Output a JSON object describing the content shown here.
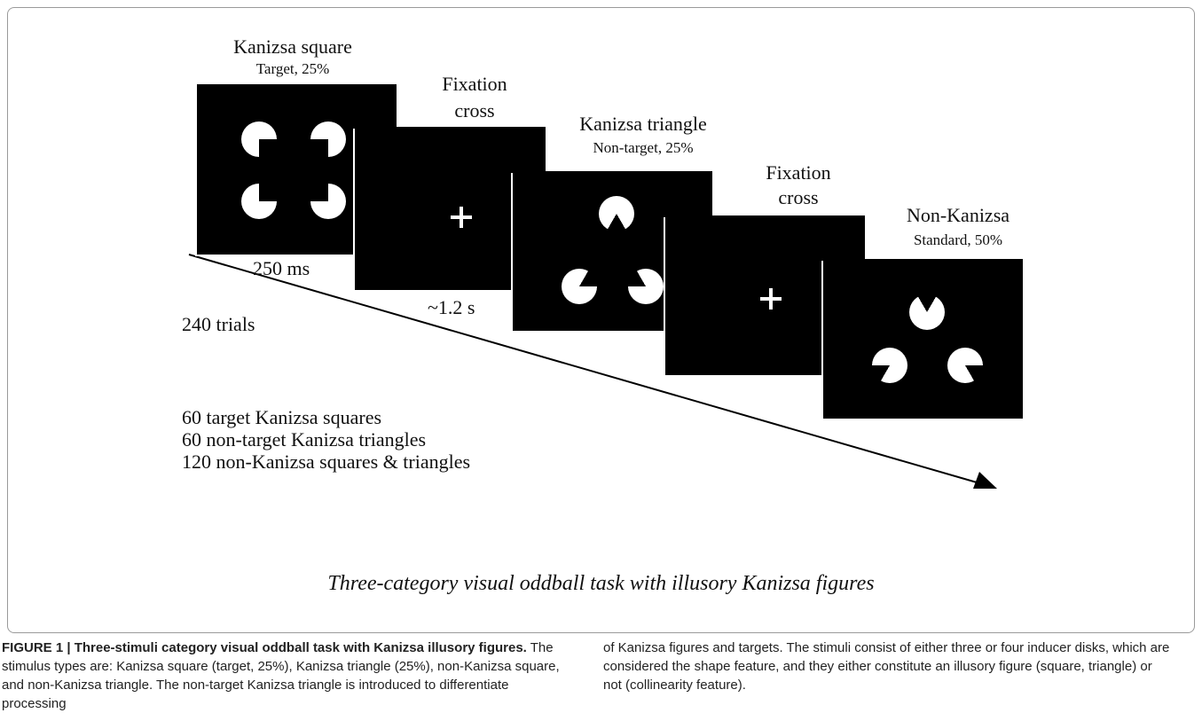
{
  "figure": {
    "square_label": "Kanizsa square",
    "square_sub": "Target, 25%",
    "fixation_label_1": "Fixation",
    "fixation_label_1b": "cross",
    "triangle_label": "Kanizsa triangle",
    "triangle_sub": "Non-target, 25%",
    "fixation_label_2": "Fixation",
    "fixation_label_2b": "cross",
    "nonkanizsa_label": "Non-Kanizsa",
    "nonkanizsa_sub": "Standard, 50%",
    "duration_stim": "250 ms",
    "duration_fix": "~1.2 s",
    "total_trials": "240 trials",
    "count_lines": [
      "60 target Kanizsa squares",
      "60 non-target Kanizsa triangles",
      "120 non-Kanizsa squares & triangles"
    ],
    "title": "Three-category visual oddball task with illusory Kanizsa figures"
  },
  "caption": {
    "heading": "FIGURE 1 | Three-stimuli category visual oddball task with Kanizsa illusory figures.",
    "body_left": " The stimulus types are: Kanizsa square (target, 25%), Kanizsa triangle (25%), non-Kanizsa square, and non-Kanizsa triangle. The non-target Kanizsa triangle is introduced to differentiate processing",
    "body_right": "of Kanizsa figures and targets. The stimuli consist of either three or four inducer disks, which are considered the shape feature, and they either constitute an illusory figure (square, triangle) or not (collinearity feature)."
  },
  "colors": {
    "panel": "#000000",
    "inducer": "#ffffff",
    "frame": "#9a9a9a"
  }
}
